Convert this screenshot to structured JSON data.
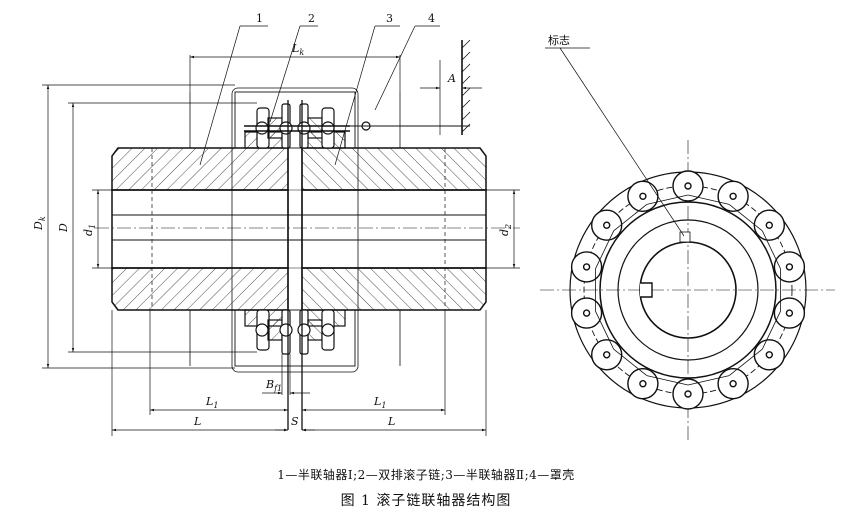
{
  "callouts": {
    "n1": "1",
    "n2": "2",
    "n3": "3",
    "n4": "4",
    "mark": "标志"
  },
  "dims": {
    "Lk": "L",
    "Lk_sub": "k",
    "A": "A",
    "Dk": "D",
    "Dk_sub": "k",
    "D": "D",
    "d1": "d",
    "d1_sub": "1",
    "d2": "d",
    "d2_sub": "2",
    "Bf1": "B",
    "Bf1_sub": "f1",
    "L1_left": "L",
    "L1_left_sub": "1",
    "L1_right": "L",
    "L1_right_sub": "1",
    "L_left": "L",
    "S": "S",
    "L_right": "L"
  },
  "caption": {
    "legend": "1—半联轴器Ⅰ;2—双排滚子链;3—半联轴器Ⅱ;4—罩壳",
    "title": "图 1   滚子链联轴器结构图"
  }
}
